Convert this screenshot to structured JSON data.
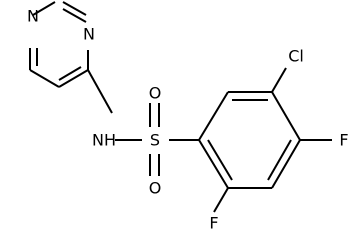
{
  "molecule": {
    "atoms": {
      "n_pyr_top": "N",
      "n_pyr_right": "N",
      "nh": "NH",
      "s": "S",
      "o_top": "O",
      "o_bottom": "O",
      "cl": "Cl",
      "f_para": "F",
      "f_ortho": "F"
    }
  }
}
